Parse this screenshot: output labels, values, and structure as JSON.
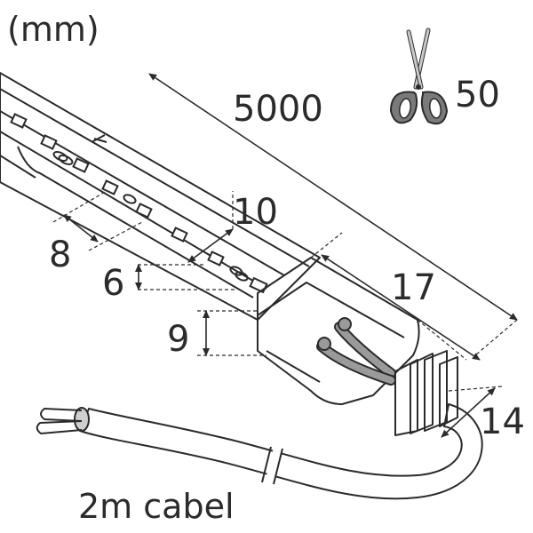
{
  "unit_label": "(mm)",
  "dimensions": {
    "length": "5000",
    "cut_unit": "50",
    "width": "10",
    "led_pitch": "8",
    "led_height": "6",
    "profile_height": "9",
    "end_cap_length": "17",
    "cable_diameter": "14"
  },
  "cable_label": "2m cabel",
  "colors": {
    "ink": "#2b2b2b",
    "profile_fill": "#f2f2f2",
    "end_cap_fill": "#e6e6e6",
    "cable_fill": "#8f8f8f",
    "scissors_handle": "#7a7a7a",
    "scissors_blade": "#c8c8c8"
  },
  "icons": [
    "scissors-icon"
  ]
}
